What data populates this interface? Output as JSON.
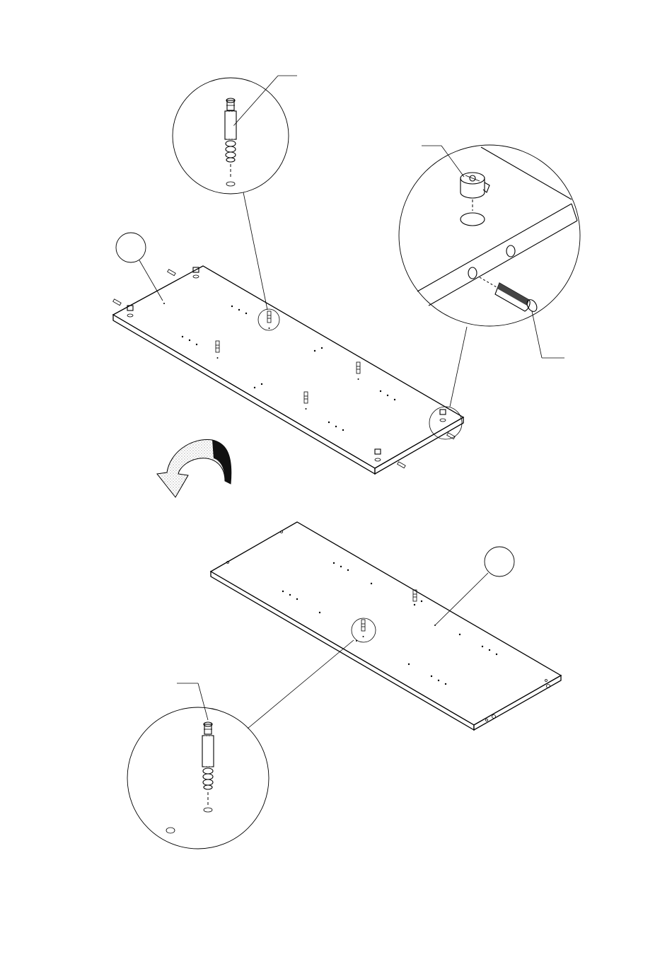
{
  "diagram": {
    "kind": "assembly-instruction-step",
    "background": "#ffffff",
    "line_color": "#000000",
    "part_labels": [
      {
        "label": "",
        "part": "upper-panel"
      },
      {
        "label": "",
        "part": "lower-panel"
      }
    ],
    "hardware_callouts": [
      {
        "hardware": "cam-bolt",
        "panel": "upper-panel"
      },
      {
        "hardware": "cam-lock-and-dowel",
        "panel": "upper-panel"
      },
      {
        "hardware": "cam-bolt",
        "panel": "lower-panel"
      }
    ],
    "flip_arrow": {
      "icon": "flip-arrow-icon",
      "meaning": "turn panel over"
    }
  }
}
